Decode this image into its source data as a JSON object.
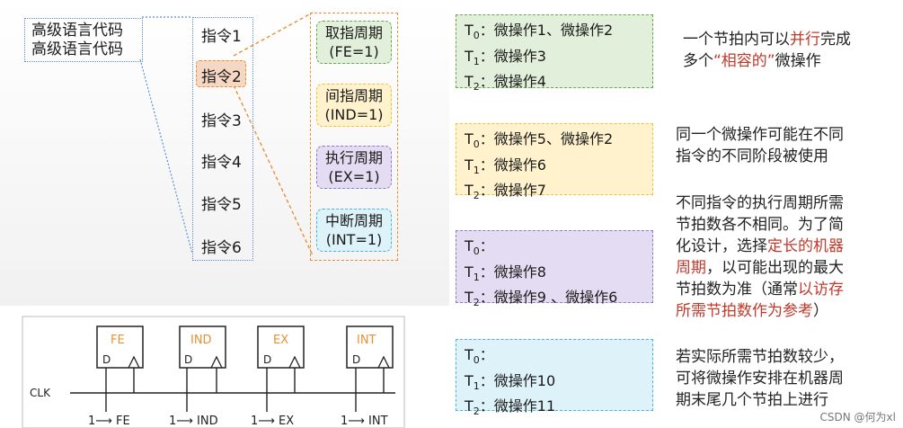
{
  "high_level_lang": [
    "高级语言代码",
    "高级语言代码"
  ],
  "instructions": [
    "指令1",
    "指令2",
    "指令3",
    "指令4",
    "指令5",
    "指令6"
  ],
  "stages": [
    {
      "name": "取指周期",
      "flag": "(FE=1)"
    },
    {
      "name": "间指周期",
      "flag": "(IND=1)"
    },
    {
      "name": "执行周期",
      "flag": "(EX=1)"
    },
    {
      "name": "中断周期",
      "flag": "(INT=1)"
    }
  ],
  "timing_boxes": [
    {
      "lines": [
        {
          "t": "0",
          "text": "微操作1、微操作2"
        },
        {
          "t": "1",
          "text": "微操作3"
        },
        {
          "t": "2",
          "text": "微操作4"
        }
      ]
    },
    {
      "lines": [
        {
          "t": "0",
          "text": "微操作5、微操作2"
        },
        {
          "t": "1",
          "text": "微操作6"
        },
        {
          "t": "2",
          "text": "微操作7"
        }
      ]
    },
    {
      "lines": [
        {
          "t": "0",
          "text": ""
        },
        {
          "t": "1",
          "text": "微操作8"
        },
        {
          "t": "2",
          "text": "微操作9 、微操作6"
        }
      ]
    },
    {
      "lines": [
        {
          "t": "0",
          "text": ""
        },
        {
          "t": "1",
          "text": "微操作10"
        },
        {
          "t": "2",
          "text": "微操作11"
        }
      ]
    }
  ],
  "t_prefix": "T",
  "colon": "：",
  "notes": {
    "n1_l1_a": "一个节拍内可以",
    "n1_l1_b": "并行",
    "n1_l1_c": "完成",
    "n1_l2_a": "多个",
    "n1_l2_b": "“相容的”",
    "n1_l2_c": "微操作",
    "n2_l1": "同一个微操作可能在不同",
    "n2_l2": "指令的不同阶段被使用",
    "n3_l1": "不同指令的执行周期所需",
    "n3_l2": "节拍数各不相同。为了简",
    "n3_l3_a": "化设计，选择",
    "n3_l3_b": "定长的机器",
    "n3_l4_a": "周期",
    "n3_l4_b": "，以可能出现的最大",
    "n3_l5_a": "节拍数为准（通常",
    "n3_l5_b": "以访存",
    "n3_l6": "所需节拍数作为参考",
    "n3_l6_end": "）",
    "n4_l1": "若实际所需节拍数较少，",
    "n4_l2": "可将微操作安排在机器周",
    "n4_l3": "期末尾几个节拍上进行"
  },
  "circuit": {
    "flipflops": [
      "FE",
      "IND",
      "EX",
      "INT"
    ],
    "d_label": "D",
    "clk_label": "CLK",
    "outputs": [
      "1⟶ FE",
      "1⟶ IND",
      "1⟶ EX",
      "1⟶ INT"
    ]
  },
  "watermark": "CSDN @何为xl",
  "colors": {
    "green_border": "#6aa84f",
    "green_fill": "#e2efda",
    "yellow_border": "#f1c232",
    "yellow_fill": "#fff2cc",
    "purple_border": "#8e7cc3",
    "purple_fill": "#e4dcf2",
    "cyan_border": "#45b6d9",
    "cyan_fill": "#ddf2f9",
    "orange": "#e69138",
    "orange_fill": "#f6d7c3",
    "blue_dot": "#5b8ed6",
    "red": "#c0392b"
  }
}
